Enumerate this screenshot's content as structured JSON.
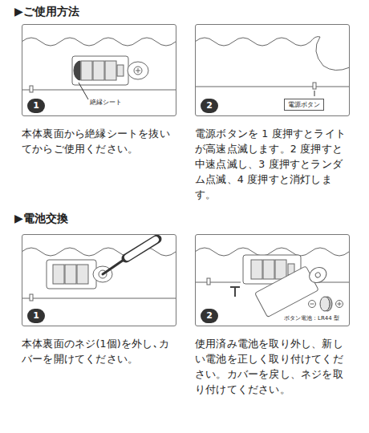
{
  "diagram": {
    "nodes": [
      {
        "text": [
          "本体裏面から絶縁シートを抜いてからご使用ください。"
        ]
      },
      {
        "text": [
          "1"
        ],
        "in": 0
      },
      {
        "text": [
          "電源ボタンを 1 度押すとライトが高速点滅します。2 度押すと中速点滅し、3 度押すとランダム点滅、4 度押すと消灯します。"
        ]
      },
      {
        "text": [
          "2"
        ],
        "in": 2
      },
      {
        "text": [
          "電源ボタン"
        ],
        "in": 2
      },
      {
        "text": [
          "本体裏面のネジ(1個)を外し､カバーを開けてください。"
        ]
      },
      {
        "text": [
          "1"
        ],
        "in": 5
      },
      {
        "text": [
          "使用済み電池を取り外し、新しい電池を正しく取り付けてください。カバーを戻し、ネジを取り付けてください。"
        ]
      },
      {
        "text": [
          "2"
        ],
        "in": 7
      }
    ],
    "labels": [
      "▶ご使用方法",
      "絶縁シート",
      "▶電池交換",
      "ボタン電池：LR44 型"
    ]
  }
}
